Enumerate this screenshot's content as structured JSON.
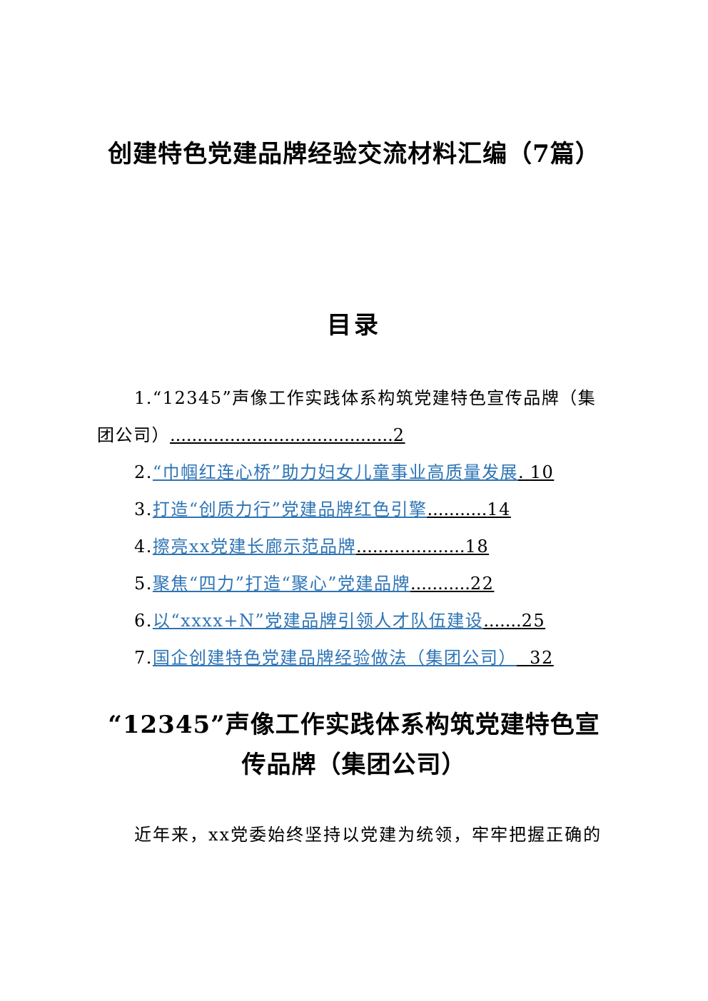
{
  "document": {
    "title": "创建特色党建品牌经验交流材料汇编（7篇）",
    "toc_heading": "目录",
    "toc": [
      {
        "num": "1.",
        "text_line1": "“12345”声像工作实践体系构筑党建特色宣传品牌（集",
        "text_line2": "团公司）",
        "dots": ".........................................",
        "page": "2"
      },
      {
        "num": "2.",
        "text": "“巾帼红连心桥”助力妇女儿童事业高质量发展",
        "dots": ".",
        "page": "10"
      },
      {
        "num": "3.",
        "text": "打造“创质力行”党建品牌红色引擎",
        "dots": "...........",
        "page": "14"
      },
      {
        "num": "4.",
        "text": "擦亮xx党建长廊示范品牌",
        "dots": "....................",
        "page": "18"
      },
      {
        "num": "5.",
        "text": "聚焦“四力”打造“聚心”党建品牌",
        "dots": "...........",
        "page": "22"
      },
      {
        "num": "6.",
        "text": "以“xxxx+N”党建品牌引领人才队伍建设",
        "dots": ".......",
        "page": "25"
      },
      {
        "num": "7.",
        "text": "国企创建特色党建品牌经验做法（集团公司）",
        "dots": "",
        "page": "32"
      }
    ],
    "section_title_line1": "“12345”声像工作实践体系构筑党建特色宣",
    "section_title_line2": "传品牌（集团公司）",
    "body_text": "近年来，xx党委始终坚持以党建为统领，牢牢把握正确的"
  }
}
